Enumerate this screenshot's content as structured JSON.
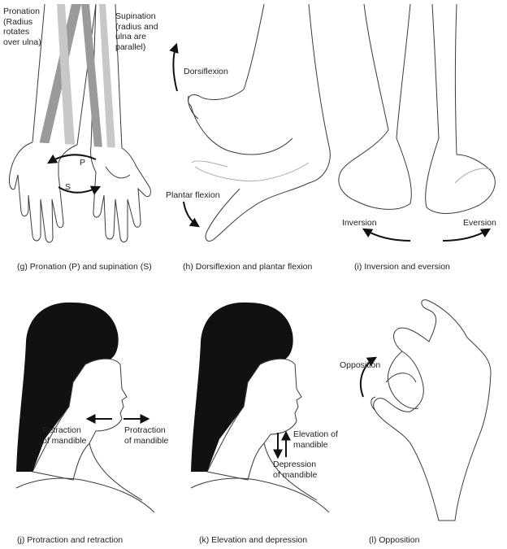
{
  "colors": {
    "line": "#3a3a3a",
    "hair": "#111111",
    "bone_dark": "#8c8c8c",
    "bone_light": "#c8c8c8",
    "skin": "#ffffff",
    "arrow": "#111111"
  },
  "panels": {
    "g": {
      "caption": "(g) Pronation (P) and supination (S)",
      "label_pronation": "Pronation\n(Radius\nrotates\nover ulna)",
      "label_supination": "Supination\n(radius and\nulna are\nparallel)",
      "label_p": "P",
      "label_s": "S"
    },
    "h": {
      "caption": "(h) Dorsiflexion and plantar flexion",
      "label_dorsiflexion": "Dorsiflexion",
      "label_plantar": "Plantar flexion"
    },
    "i": {
      "caption": "(i) Inversion and eversion",
      "label_inversion": "Inversion",
      "label_eversion": "Eversion"
    },
    "j": {
      "caption": "(j) Protraction and retraction",
      "label_retraction": "Retraction\nof mandible",
      "label_protraction": "Protraction\nof mandible"
    },
    "k": {
      "caption": "(k) Elevation and depression",
      "label_elevation": "Elevation of\nmandible",
      "label_depression": "Depression\nof mandible"
    },
    "l": {
      "caption": "(l) Opposition",
      "label_opposition": "Opposition"
    }
  }
}
